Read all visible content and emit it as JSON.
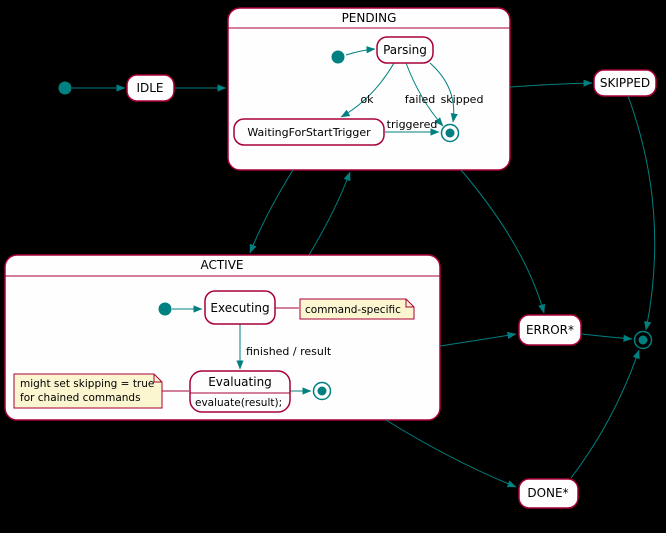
{
  "colors": {
    "background": "#000000",
    "state_fill": "#FEFEFE",
    "state_border": "#A80036",
    "arrow": "#008080",
    "note_fill": "#FBF6D0",
    "text": "#000000"
  },
  "states": {
    "idle": "IDLE",
    "pending": "PENDING",
    "parsing": "Parsing",
    "waiting_for_start_trigger": "WaitingForStartTrigger",
    "skipped": "SKIPPED",
    "active": "ACTIVE",
    "executing": "Executing",
    "evaluating": "Evaluating",
    "evaluating_action": "evaluate(result);",
    "error": "ERROR*",
    "done": "DONE*"
  },
  "transitions": {
    "ok": "ok",
    "failed": "failed",
    "skipped": "skipped",
    "triggered": "triggered",
    "finished": "finished / result"
  },
  "notes": {
    "command_specific": "command-specific",
    "skipping_line1": "might set skipping = true",
    "skipping_line2": "for chained commands"
  }
}
